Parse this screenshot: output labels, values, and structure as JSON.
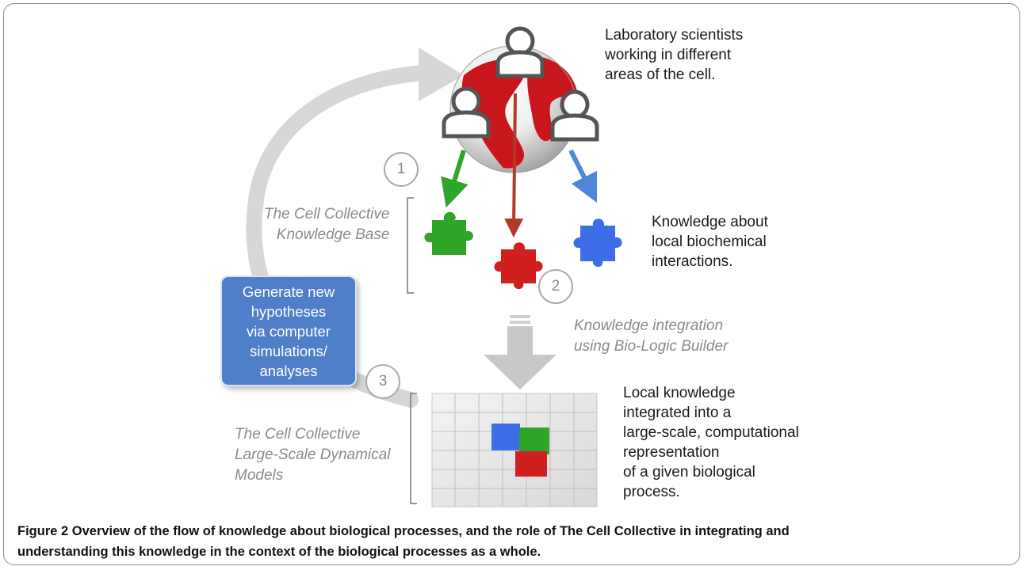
{
  "scientists_label": "Laboratory scientists\nworking in different\nareas of the cell.",
  "knowledge_label": "Knowledge about\nlocal biochemical\ninteractions.",
  "knowledge_base_label": "The Cell Collective\nKnowledge Base",
  "integration_label": "Knowledge integration\nusing Bio-Logic Builder",
  "hypotheses_label": "Generate new\nhypotheses\nvia computer\nsimulations/\nanalyses",
  "integrated_label": "Local knowledge\nintegrated into a\nlarge-scale, computational\nrepresentation\nof a given biological\nprocess.",
  "models_label": "The Cell Collective\nLarge-Scale Dynamical\nModels",
  "steps": [
    "1",
    "2",
    "3"
  ],
  "caption_bold": "Figure 2 Overview of the flow of knowledge about biological processes, and the role of The Cell Collective in integrating and\nunderstanding this knowledge in the context of the biological processes as a whole.",
  "colors": {
    "green_piece": "#2fa52a",
    "red_piece": "#d11f1f",
    "blue_piece": "#3d6ee8",
    "globe_red": "#c8161c",
    "hypothesis_box": "#4f7fc8",
    "gray_arrow": "#d0d0d0"
  },
  "icons": [
    "person-icon",
    "globe-icon",
    "puzzle-piece-icon",
    "puzzle-grid-icon"
  ]
}
